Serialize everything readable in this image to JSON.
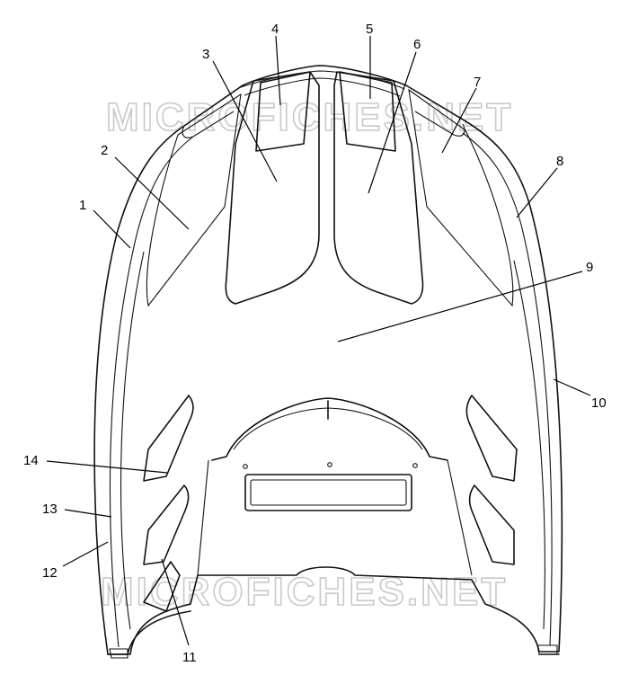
{
  "watermark_text": "MICROFICHES.NET",
  "callouts": [
    {
      "id": "1",
      "label": "1"
    },
    {
      "id": "2",
      "label": "2"
    },
    {
      "id": "3",
      "label": "3"
    },
    {
      "id": "4",
      "label": "4"
    },
    {
      "id": "5",
      "label": "5"
    },
    {
      "id": "6",
      "label": "6"
    },
    {
      "id": "7",
      "label": "7"
    },
    {
      "id": "8",
      "label": "8"
    },
    {
      "id": "9",
      "label": "9"
    },
    {
      "id": "10",
      "label": "10"
    },
    {
      "id": "11",
      "label": "11"
    },
    {
      "id": "12",
      "label": "12"
    },
    {
      "id": "13",
      "label": "13"
    },
    {
      "id": "14",
      "label": "14"
    }
  ]
}
